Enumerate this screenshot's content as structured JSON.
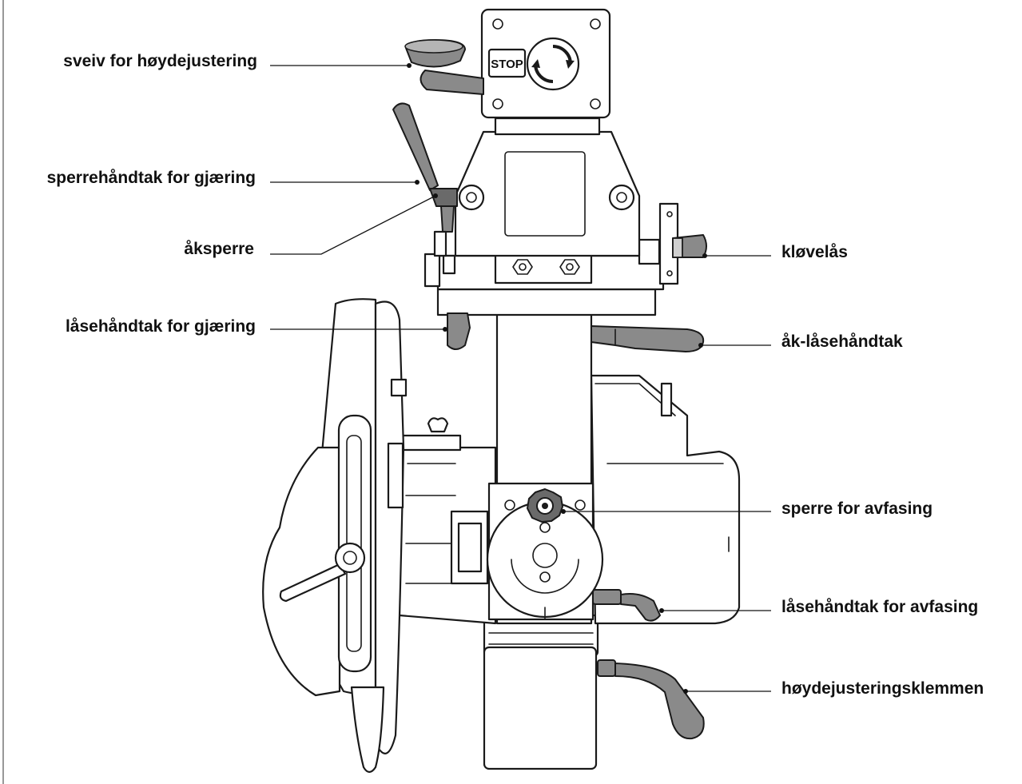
{
  "diagram": {
    "stop_button_text": "STOP",
    "labels": {
      "crank": "sveiv for høydejustering",
      "miter_lock": "sperrehåndtak for gjæring",
      "yoke_lock": "åksperre",
      "miter_lock_handle": "låsehåndtak for gjæring",
      "rip_lock": "kløvelås",
      "yoke_lock_handle": "åk-låsehåndtak",
      "bevel_lock": "sperre for avfasing",
      "bevel_lock_handle": "låsehåndtak for avfasing",
      "height_clamp": "høydejusteringsklemmen"
    }
  }
}
